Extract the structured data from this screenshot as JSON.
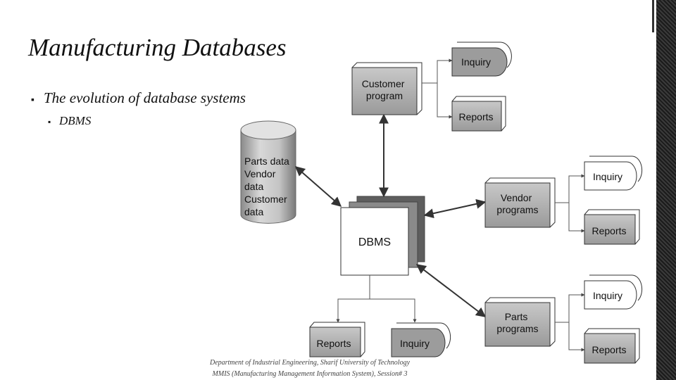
{
  "slide": {
    "title": "Manufacturing Databases",
    "bullets": [
      {
        "mark": "▪",
        "text": "The evolution of database systems"
      },
      {
        "mark": "▪",
        "text": "DBMS"
      }
    ],
    "footer": {
      "line1": "Department of Industrial Engineering, Sharif University of Technology",
      "line2": "MMIS (Manufacturing Management Information System), Session# 3"
    }
  },
  "diagram": {
    "database": {
      "lines": [
        "Parts data",
        "Vendor",
        "data",
        "Customer",
        "data"
      ]
    },
    "dbms": "DBMS",
    "customer_program": {
      "lines": [
        "Customer",
        "program"
      ]
    },
    "vendor_programs": {
      "lines": [
        "Vendor",
        "programs"
      ]
    },
    "parts_programs": {
      "lines": [
        "Parts",
        "programs"
      ]
    },
    "inquiry": "Inquiry",
    "reports": "Reports"
  }
}
